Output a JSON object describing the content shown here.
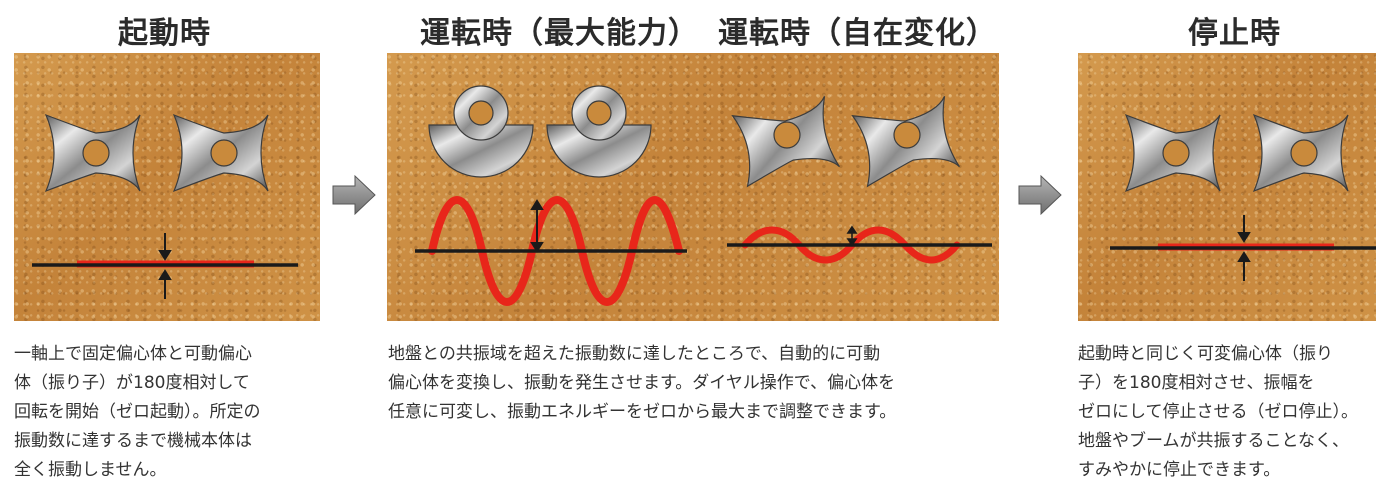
{
  "headings": {
    "start": "起動時",
    "max": "運転時（最大能力）",
    "variable": "運転時（自在変化）",
    "stop": "停止時"
  },
  "descriptions": {
    "start": [
      "一軸上で固定偏心体と可動偏心",
      "体（振り子）が180度相対して",
      "回転を開始（ゼロ起動）。所定の",
      "振動数に達するまで機械本体は",
      "全く振動しません。"
    ],
    "running": [
      "地盤との共振域を超えた振動数に達したところで、自動的に可動",
      "偏心体を変換し、振動を発生させます。ダイヤル操作で、偏心体を",
      "任意に可変し、振動エネルギーをゼロから最大まで調整できます。"
    ],
    "stop": [
      "起動時と同じく可変偏心体（振り",
      "子）を180度相対させ、振幅を",
      "ゼロにして停止させる（ゼロ停止）。",
      "地盤やブームが共振することなく、",
      "すみやかに停止できます。"
    ]
  },
  "colors": {
    "panel": "#c98a3c",
    "wave": "#e8261a",
    "axis": "#1a1a1a",
    "arrow": "#8a8a8a"
  },
  "icons": {
    "flow_arrow": "right-block-arrow",
    "weight_pair": "eccentric-weight-pair"
  }
}
